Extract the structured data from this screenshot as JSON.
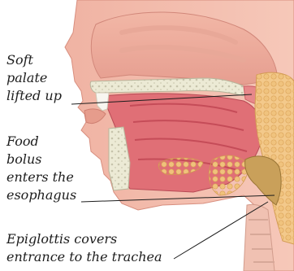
{
  "labels": {
    "soft_palate": [
      "Soft",
      "palate",
      "lifted up"
    ],
    "food_bolus": [
      "Food",
      "bolus",
      "enters the",
      "esophagus"
    ],
    "epiglottis": [
      "Epiglottis covers",
      "entrance to the trachea"
    ]
  },
  "colors": {
    "skin": "#f2b7a6",
    "skin_dark": "#e39a8a",
    "tissue": "#e3777a",
    "tissue_dark": "#c94b55",
    "bone": "#ecead5",
    "bolus": "#f3c98b",
    "epiglottis": "#c9a05a",
    "line": "#1d1d1d"
  }
}
